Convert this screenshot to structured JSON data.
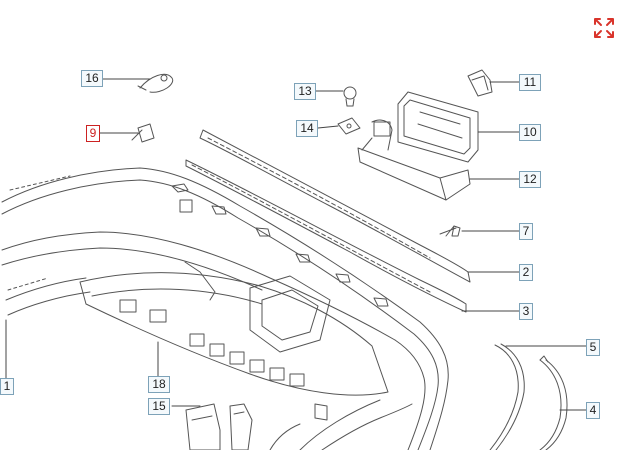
{
  "callouts": [
    {
      "id": "1",
      "label": "1",
      "highlighted": false
    },
    {
      "id": "2",
      "label": "2",
      "highlighted": false
    },
    {
      "id": "3",
      "label": "3",
      "highlighted": false
    },
    {
      "id": "4",
      "label": "4",
      "highlighted": false
    },
    {
      "id": "5",
      "label": "5",
      "highlighted": false
    },
    {
      "id": "7",
      "label": "7",
      "highlighted": false
    },
    {
      "id": "9",
      "label": "9",
      "highlighted": true
    },
    {
      "id": "10",
      "label": "10",
      "highlighted": false
    },
    {
      "id": "11",
      "label": "11",
      "highlighted": false
    },
    {
      "id": "12",
      "label": "12",
      "highlighted": false
    },
    {
      "id": "13",
      "label": "13",
      "highlighted": false
    },
    {
      "id": "14",
      "label": "14",
      "highlighted": false
    },
    {
      "id": "15",
      "label": "15",
      "highlighted": false
    },
    {
      "id": "16",
      "label": "16",
      "highlighted": false
    },
    {
      "id": "18",
      "label": "18",
      "highlighted": false
    }
  ],
  "colors": {
    "line": "#555555",
    "callout_border": "#7da2b8",
    "highlight": "#cc2222",
    "fullscreen_icon": "#d9342b"
  },
  "icons": {
    "fullscreen": "fullscreen-icon"
  }
}
